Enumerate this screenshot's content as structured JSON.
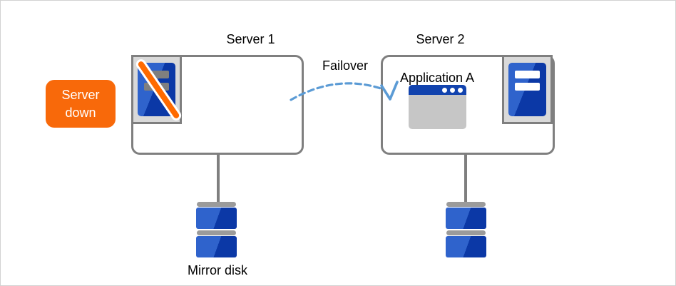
{
  "diagram": {
    "type": "failover-cluster-diagram",
    "badge": {
      "label": "Server down"
    },
    "servers": [
      {
        "label": "Server 1",
        "status": "down",
        "icon": "server-down-icon"
      },
      {
        "label": "Server 2",
        "status": "up",
        "icon": "server-icon",
        "application_label": "Application A"
      }
    ],
    "failover": {
      "label": "Failover"
    },
    "mirror_disk": {
      "label": "Mirror disk"
    },
    "icons": {
      "server_down": "blue server tower with orange diagonal slash in gray frame",
      "server_up": "blue server tower with two white bars in gray frame",
      "application_window": "blue titlebar window with three dots and gray body",
      "mirror_disk": "stacked blue disk platters with gray caps",
      "failover_arrow": "dashed light-blue curved arrow with open V head"
    },
    "colors": {
      "badge_orange": "#f8690a",
      "slash_orange": "#ff6a00",
      "server_blue_light": "#2f63cc",
      "server_blue_dark": "#0b38a6",
      "border_gray": "#7f7f7f",
      "frame_fill_gray": "#d9d9d9",
      "arrow_blue": "#5b9bd5",
      "window_titlebar_blue": "#1243ae",
      "window_body_gray": "#c6c6c6",
      "disk_cap_gray": "#9b9b9b",
      "text_black": "#000000",
      "canvas_border": "#d2d2d2"
    }
  }
}
